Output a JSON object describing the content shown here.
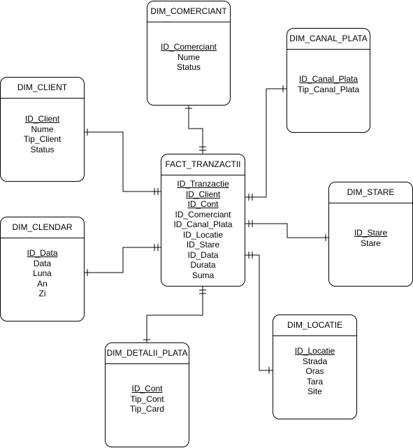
{
  "entities": {
    "dim_comerciant": {
      "title": "DIM_COMERCIANT",
      "attrs": [
        "ID_Comerciant",
        "Nume",
        "Status"
      ]
    },
    "dim_canal_plata": {
      "title": "DIM_CANAL_PLATA",
      "attrs": [
        "ID_Canal_Plata",
        "Tip_Canal_Plata"
      ]
    },
    "dim_client": {
      "title": "DIM_CLIENT",
      "attrs": [
        "ID_Client",
        "Nume",
        "Tip_Client",
        "Status"
      ]
    },
    "fact_tranzactii": {
      "title": "FACT_TRANZACTII",
      "attrs": [
        "ID_Tranzactie",
        "ID_Client",
        "ID_Cont",
        "ID_Comerciant",
        "ID_Canal_Plata",
        "ID_Locatie",
        "ID_Stare",
        "ID_Data",
        "Durata",
        "Suma"
      ]
    },
    "dim_stare": {
      "title": "DIM_STARE",
      "attrs": [
        "ID_Stare",
        "Stare"
      ]
    },
    "dim_clendar": {
      "title": "DIM_CLENDAR",
      "attrs": [
        "ID_Data",
        "Data",
        "Luna",
        "An",
        "Zi"
      ]
    },
    "dim_locatie": {
      "title": "DIM_LOCATIE",
      "attrs": [
        "ID_Locatie",
        "Strada",
        "Oras",
        "Tara",
        "Site"
      ]
    },
    "dim_detalii_plata": {
      "title": "DIM_DETALII_PLATA",
      "attrs": [
        "ID_Cont",
        "Tip_Cont",
        "Tip_Card"
      ]
    }
  }
}
